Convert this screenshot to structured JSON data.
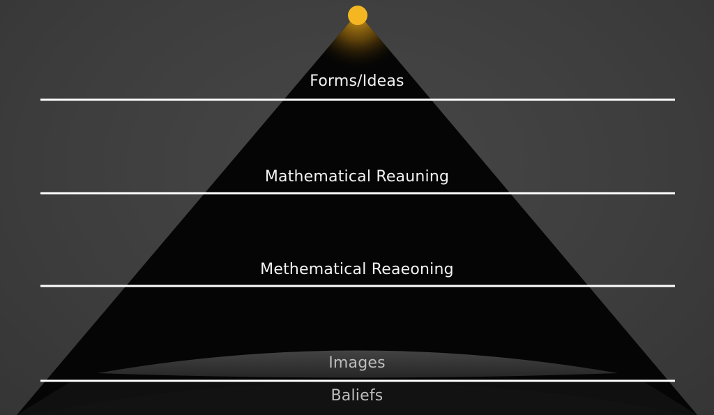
{
  "diagram": {
    "levels": [
      {
        "label": "Forms/Ideas"
      },
      {
        "label": "Mathematical Reauning"
      },
      {
        "label": "Methematical Reaeoning"
      },
      {
        "label": "Images"
      },
      {
        "label": "Baliefs"
      }
    ],
    "colors": {
      "background": "#3e3e3e",
      "pyramid": "#050505",
      "divider": "#ffffff",
      "sun": "#f5b721",
      "glow": "#f2b01e"
    }
  }
}
